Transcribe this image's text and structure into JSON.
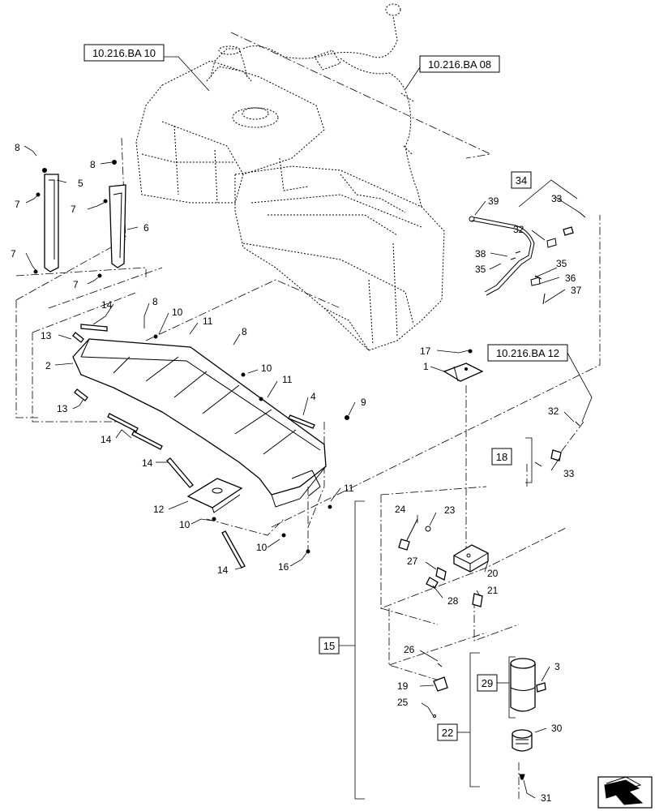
{
  "references": {
    "fuel_tank": "10.216.BA 10",
    "fuel_lines": "10.216.BA 08",
    "filter_lines": "10.216.BA 12"
  },
  "kit_boxes": {
    "k34": "34",
    "k18": "18",
    "k15": "15",
    "k29": "29",
    "k22": "22"
  },
  "callouts": {
    "c1": "1",
    "c2": "2",
    "c3": "3",
    "c4": "4",
    "c5": "5",
    "c6": "6",
    "c7a": "7",
    "c7b": "7",
    "c7c": "7",
    "c7d": "7",
    "c8a": "8",
    "c8b": "8",
    "c8c": "8",
    "c8d": "8",
    "c9": "9",
    "c10a": "10",
    "c10b": "10",
    "c10c": "10",
    "c10d": "10",
    "c11a": "11",
    "c11b": "11",
    "c11c": "11",
    "c12": "12",
    "c13a": "13",
    "c13b": "13",
    "c14a": "14",
    "c14b": "14",
    "c14c": "14",
    "c14d": "14",
    "c16": "16",
    "c17": "17",
    "c19": "19",
    "c20": "20",
    "c21": "21",
    "c23": "23",
    "c24": "24",
    "c25": "25",
    "c26": "26",
    "c27": "27",
    "c28": "28",
    "c30": "30",
    "c31": "31",
    "c32a": "32",
    "c32b": "32",
    "c33a": "33",
    "c33b": "33",
    "c35a": "35",
    "c35b": "35",
    "c36": "36",
    "c37": "37",
    "c38": "38",
    "c39": "39"
  },
  "icons": {
    "navigation": "page-nav-arrow-icon"
  }
}
